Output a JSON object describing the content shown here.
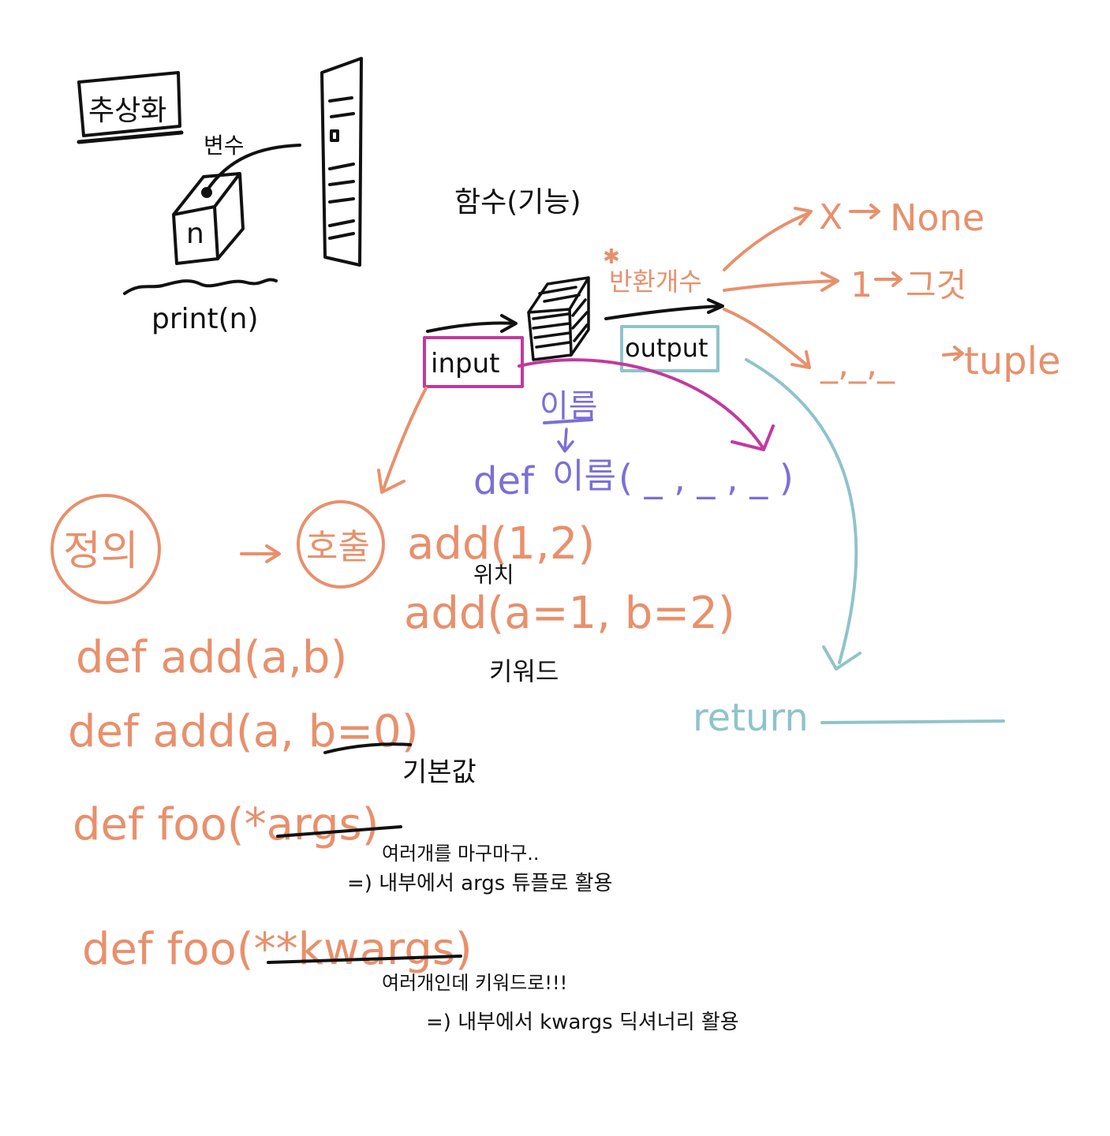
{
  "colors": {
    "ink": "#111111",
    "orange": "#e8906c",
    "magenta": "#c2399f",
    "purple": "#7b6fd6",
    "teal": "#8fc3cc"
  },
  "abstraction": {
    "title": "추상화",
    "variable_label": "변수",
    "box_label": "n",
    "print_call": "print(n)"
  },
  "function": {
    "title": "함수(기능)",
    "input_label": "input",
    "output_label": "output",
    "return_count_label": "반환개수",
    "returns": [
      {
        "count": "X",
        "result": "None"
      },
      {
        "count": "1",
        "result": "그것"
      },
      {
        "count": "_,_,_",
        "result": "tuple"
      }
    ],
    "name_label": "이름",
    "def_keyword": "def",
    "def_name": "이름",
    "def_params": "( _ , _ , _ )",
    "return_keyword": "return"
  },
  "definition": {
    "define_label": "정의",
    "call_label": "호출",
    "calls": [
      {
        "code": "add(1,2)",
        "note": "위치"
      },
      {
        "code": "add(a=1, b=2)",
        "note": "키워드"
      }
    ],
    "defs": [
      {
        "code": "def add(a,b)"
      },
      {
        "code": "def add(a, b=0)",
        "note": "기본값"
      },
      {
        "code": "def foo(*args)",
        "notes": [
          "여러개를 마구마구..",
          "=) 내부에서 args 튜플로 활용"
        ]
      },
      {
        "code": "def foo(**kwargs)",
        "notes": [
          "여러개인데 키워드로!!!",
          "=) 내부에서 kwargs 딕셔너리 활용"
        ]
      }
    ]
  }
}
